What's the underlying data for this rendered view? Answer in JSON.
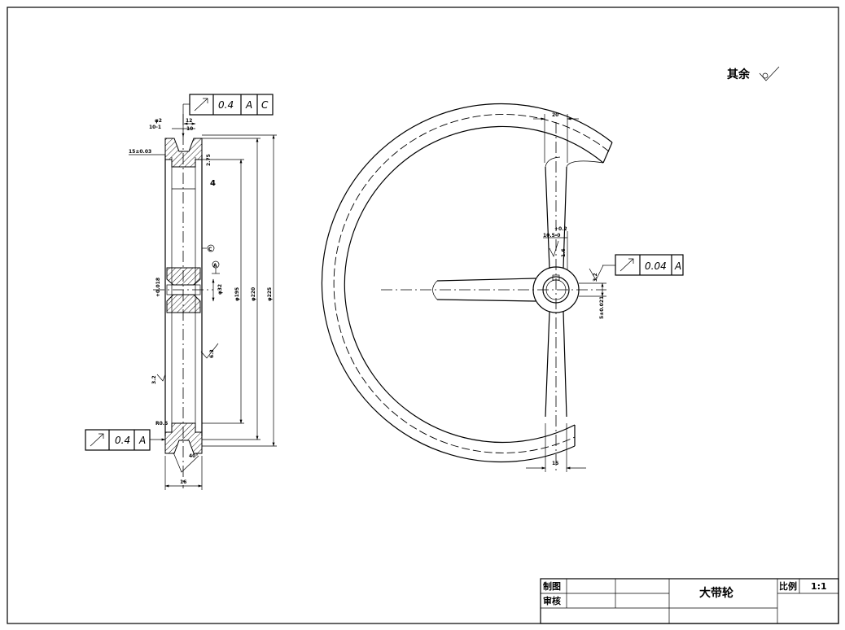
{
  "remark": {
    "label": "其余"
  },
  "left_view": {
    "fcf_top": {
      "tolerance": "0.4",
      "datums": [
        "A",
        "C"
      ]
    },
    "fcf_bottom": {
      "tolerance": "0.4",
      "datum": "A"
    },
    "dims": {
      "phi2": "φ2",
      "d10_1": "10-1",
      "d12": "12",
      "d10": "10",
      "d15": "15±0.03",
      "d2_75": "2.75",
      "d4": "4",
      "datum_c": "C",
      "datum_a": "A",
      "tol_fit": "+0.018",
      "d32": "φ32",
      "d195": "φ195",
      "d220": "φ220",
      "d225": "φ225",
      "d16": "16",
      "r05": "R0.5",
      "ang40": "40°",
      "rough_6_3": "6.3",
      "rough_3_2": "3.2"
    }
  },
  "right_view": {
    "fcf": {
      "tolerance": "0.04",
      "datum": "A"
    },
    "dims": {
      "d20": "20",
      "d15": "15",
      "key_depth": "+0.2",
      "key_depth_base": "10.5-0",
      "key_width": "5±0.021",
      "rough_3_2": "3.2",
      "rough_1_6": "1.6"
    }
  },
  "title_block": {
    "drawn": "制图",
    "checked": "审核",
    "part_name": "大带轮",
    "scale_label": "比例",
    "scale_value": "1:1"
  }
}
